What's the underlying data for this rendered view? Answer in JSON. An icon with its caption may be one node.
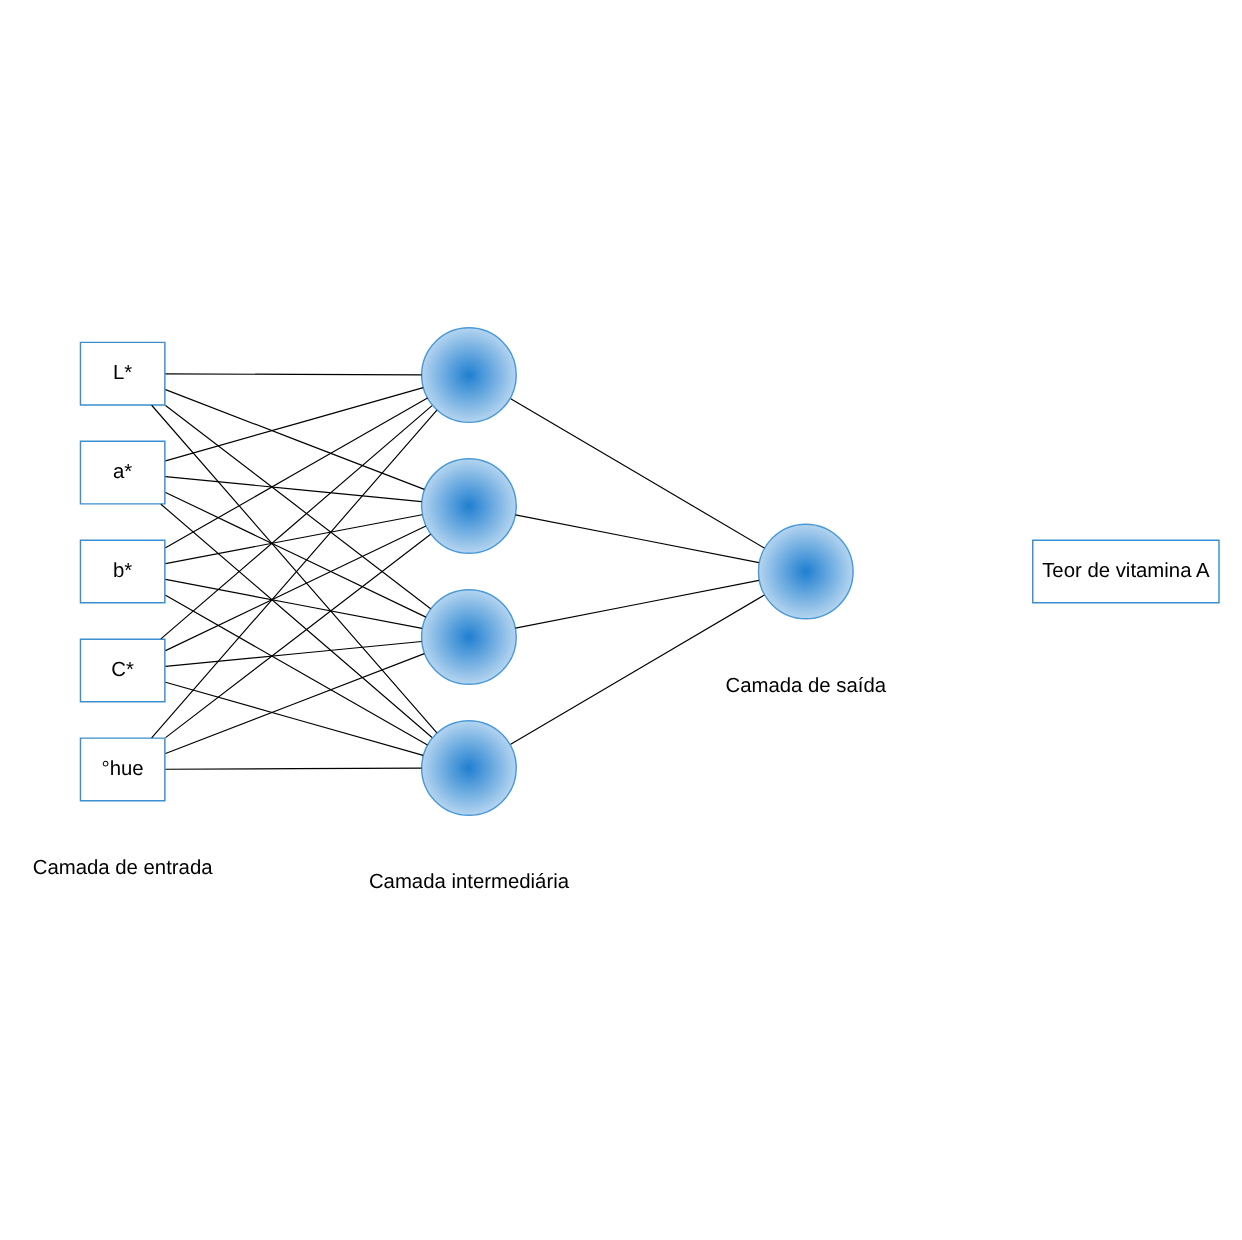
{
  "diagram": {
    "nodes": [
      {
        "text": [
          "L*"
        ]
      },
      {
        "text": [
          "a*"
        ]
      },
      {
        "text": [
          "b*"
        ]
      },
      {
        "text": [
          "C*"
        ]
      },
      {
        "text": [
          "°hue"
        ]
      },
      {
        "text": [],
        "shape": "circle"
      },
      {
        "text": [],
        "shape": "circle"
      },
      {
        "text": [],
        "shape": "circle"
      },
      {
        "text": [],
        "shape": "circle"
      },
      {
        "text": [],
        "shape": "circle"
      },
      {
        "text": [
          "Teor de vitamina A"
        ]
      }
    ],
    "edges": [
      {
        "from": 0,
        "to": 5,
        "arrow": "none"
      },
      {
        "from": 0,
        "to": 6,
        "arrow": "none"
      },
      {
        "from": 0,
        "to": 7,
        "arrow": "none"
      },
      {
        "from": 0,
        "to": 8,
        "arrow": "none"
      },
      {
        "from": 1,
        "to": 5,
        "arrow": "none"
      },
      {
        "from": 1,
        "to": 6,
        "arrow": "none"
      },
      {
        "from": 1,
        "to": 7,
        "arrow": "none"
      },
      {
        "from": 1,
        "to": 8,
        "arrow": "none"
      },
      {
        "from": 2,
        "to": 5,
        "arrow": "none"
      },
      {
        "from": 2,
        "to": 6,
        "arrow": "none"
      },
      {
        "from": 2,
        "to": 7,
        "arrow": "none"
      },
      {
        "from": 2,
        "to": 8,
        "arrow": "none"
      },
      {
        "from": 3,
        "to": 5,
        "arrow": "none"
      },
      {
        "from": 3,
        "to": 6,
        "arrow": "none"
      },
      {
        "from": 3,
        "to": 7,
        "arrow": "none"
      },
      {
        "from": 3,
        "to": 8,
        "arrow": "none"
      },
      {
        "from": 4,
        "to": 5,
        "arrow": "none"
      },
      {
        "from": 4,
        "to": 6,
        "arrow": "none"
      },
      {
        "from": 4,
        "to": 7,
        "arrow": "none"
      },
      {
        "from": 4,
        "to": 8,
        "arrow": "none"
      },
      {
        "from": 5,
        "to": 9,
        "arrow": "none"
      },
      {
        "from": 6,
        "to": 9,
        "arrow": "none"
      },
      {
        "from": 7,
        "to": 9,
        "arrow": "none"
      },
      {
        "from": 8,
        "to": 9,
        "arrow": "none"
      }
    ],
    "labels": [
      "Camada de entrada",
      "Camada intermediária",
      "Camada de saída"
    ]
  }
}
